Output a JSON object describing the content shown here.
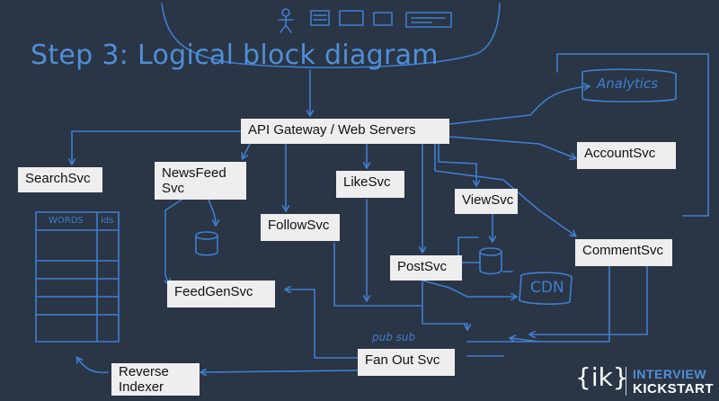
{
  "title": "Step 3: Logical block diagram",
  "nodes": {
    "gateway": "API Gateway / Web Servers",
    "search": "SearchSvc",
    "newsfeed_line1": "NewsFeed",
    "newsfeed_line2": "Svc",
    "like": "LikeSvc",
    "follow": "FollowSvc",
    "view": "ViewSvc",
    "post": "PostSvc",
    "account": "AccountSvc",
    "comment": "CommentSvc",
    "feedgen": "FeedGenSvc",
    "fanout": "Fan Out Svc",
    "reverse_line1": "Reverse",
    "reverse_line2": "Indexer"
  },
  "annotations": {
    "analytics": "Analytics",
    "cdn": "CDN",
    "pubsub": "pub sub",
    "table_header_words": "WORDS",
    "table_header_ids": "ids"
  },
  "logo": {
    "mark": "{ik}",
    "line1": "INTERVIEW",
    "line2": "KICKSTART"
  },
  "colors": {
    "background": "#2a3546",
    "ink": "#3f7fcf",
    "title": "#4f8fd6",
    "box": "#eeeeee"
  }
}
